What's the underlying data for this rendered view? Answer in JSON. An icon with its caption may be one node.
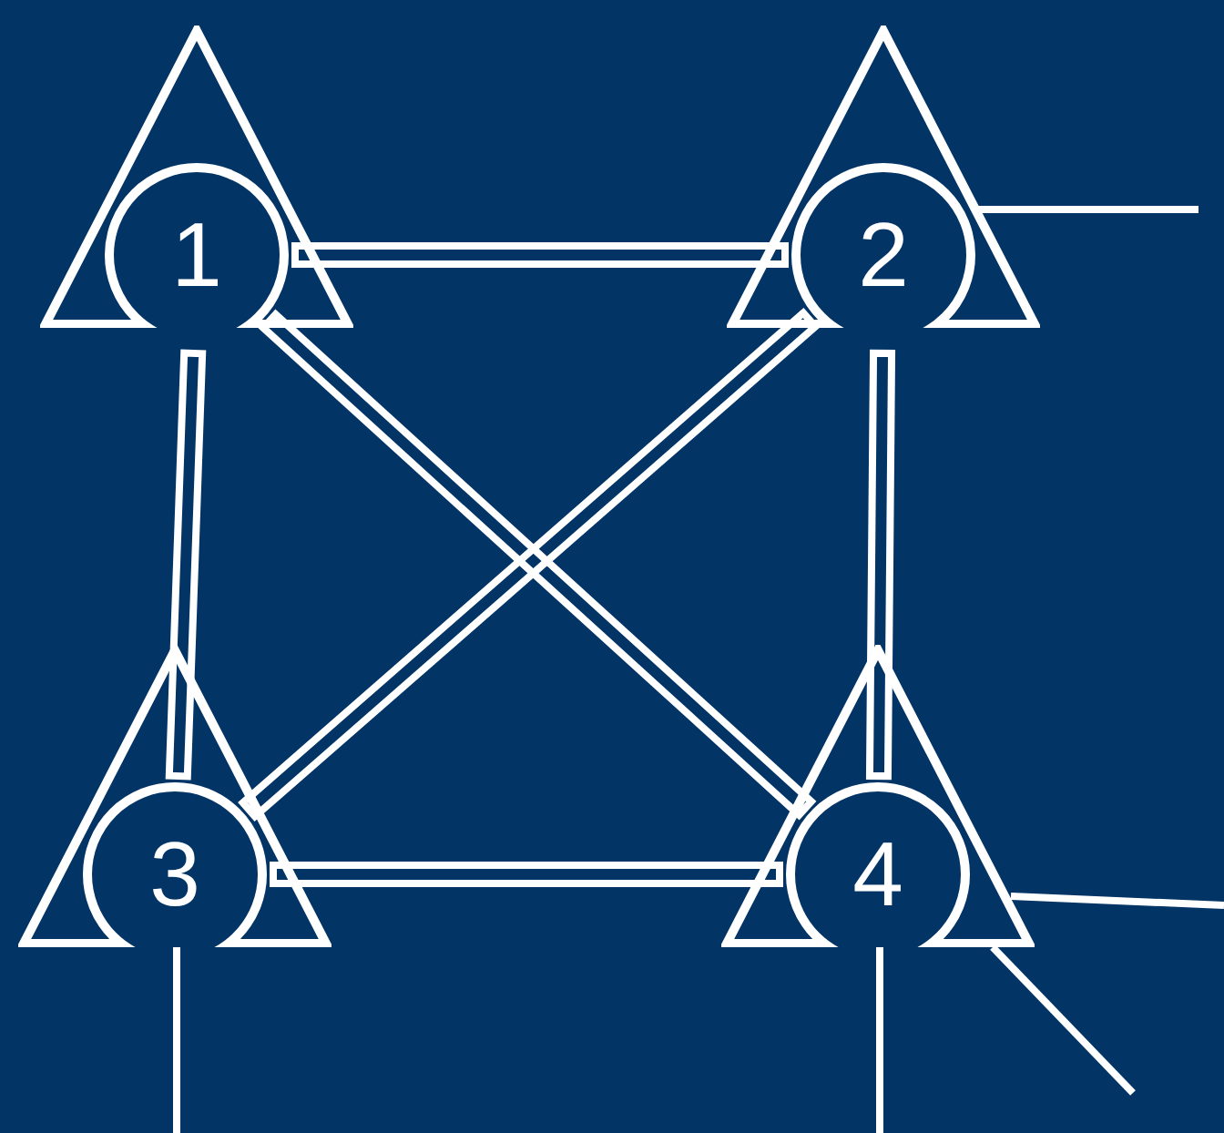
{
  "diagram": {
    "nodes": [
      {
        "text": [
          "1"
        ]
      },
      {
        "text": [
          "2"
        ]
      },
      {
        "text": [
          "3"
        ]
      },
      {
        "text": [
          "4"
        ]
      }
    ],
    "edges": [
      {
        "from": 0,
        "to": 1,
        "arrow": "none"
      },
      {
        "from": 0,
        "to": 2,
        "arrow": "none"
      },
      {
        "from": 0,
        "to": 3,
        "arrow": "none"
      },
      {
        "from": 1,
        "to": 2,
        "arrow": "none"
      },
      {
        "from": 1,
        "to": 3,
        "arrow": "none"
      },
      {
        "from": 2,
        "to": 3,
        "arrow": "none"
      },
      {
        "from": 1,
        "to": null,
        "arrow": "none"
      },
      {
        "from": 3,
        "to": null,
        "arrow": "none"
      },
      {
        "from": 3,
        "to": null,
        "arrow": "none"
      },
      {
        "from": 3,
        "to": null,
        "arrow": "none"
      },
      {
        "from": 2,
        "to": null,
        "arrow": "none"
      }
    ]
  }
}
